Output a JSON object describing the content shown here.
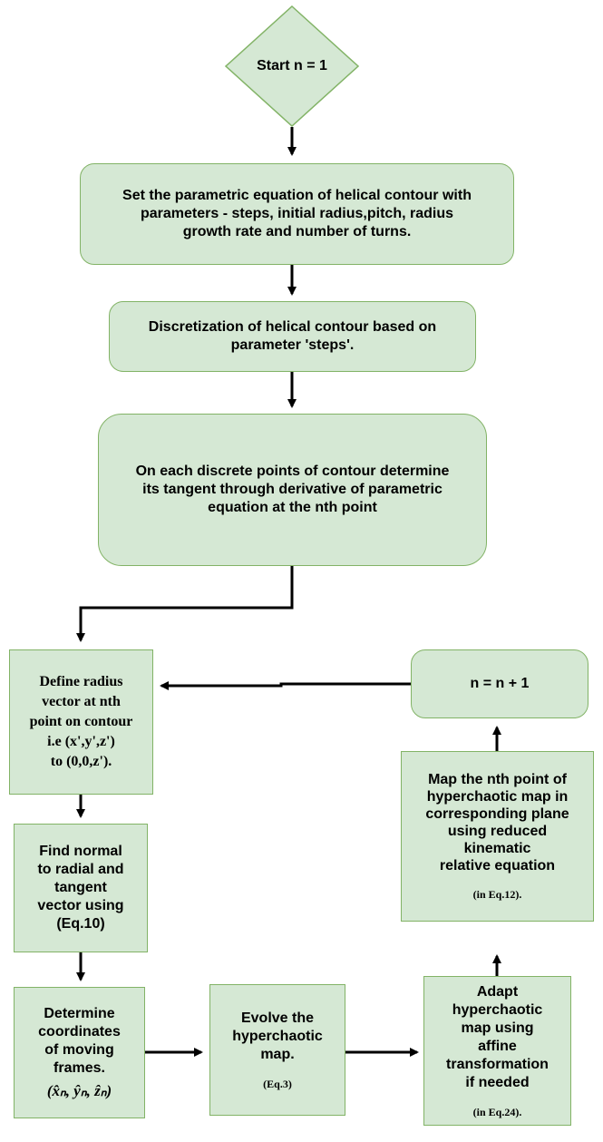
{
  "start": {
    "label": "Start n = 1"
  },
  "step_set": {
    "lines": [
      "Set the parametric equation of helical contour with",
      "parameters - steps, initial radius,pitch, radius",
      "growth rate and number of turns."
    ]
  },
  "step_discretize": {
    "lines": [
      "Discretization of helical contour based on",
      "parameter 'steps'."
    ]
  },
  "step_tangent": {
    "lines": [
      "On each discrete points of contour determine",
      "its tangent through derivative of parametric",
      "equation at the nth point"
    ]
  },
  "step_radius": {
    "lines": [
      "Define radius",
      "vector at nth",
      "point on contour",
      "i.e (x',y',z')",
      "to  (0,0,z')."
    ]
  },
  "step_normal": {
    "lines": [
      "Find normal",
      "to radial and",
      "tangent",
      "vector using",
      "(Eq.10)"
    ]
  },
  "step_frames": {
    "lines": [
      "Determine",
      "coordinates",
      "of moving",
      "frames."
    ],
    "formula": "(x̂ₙ, ŷₙ, ẑₙ)"
  },
  "step_evolve": {
    "lines": [
      "Evolve the",
      "hyperchaotic",
      "map."
    ],
    "ref": "(Eq.3)"
  },
  "step_adapt": {
    "lines": [
      "Adapt",
      "hyperchaotic",
      "map using",
      "affine",
      "transformation",
      "if needed"
    ],
    "ref": "(in Eq.24)."
  },
  "step_map": {
    "lines": [
      "Map the nth point of",
      "hyperchaotic map in",
      "corresponding plane",
      "using reduced",
      "kinematic",
      "relative equation"
    ],
    "ref": "(in Eq.12)."
  },
  "step_increment": {
    "label": "n = n + 1"
  },
  "colors": {
    "fill": "#d5e8d4",
    "stroke": "#82b366",
    "arrow": "#000000"
  }
}
